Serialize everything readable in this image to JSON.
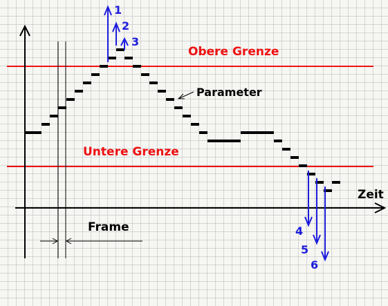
{
  "labels": {
    "upper_limit": "Obere Grenze",
    "lower_limit": "Untere Grenze",
    "parameter": "Parameter",
    "time_axis": "Zeit",
    "frame": "Frame"
  },
  "markers": [
    "1",
    "2",
    "3",
    "4",
    "5",
    "6"
  ],
  "colors": {
    "background": "#f6f6f3",
    "grid": "#b4b4b4",
    "limit_line": "#ee1111",
    "limit_label": "#ee1111",
    "marker": "#1c1cdc",
    "axis": "#000000"
  }
}
